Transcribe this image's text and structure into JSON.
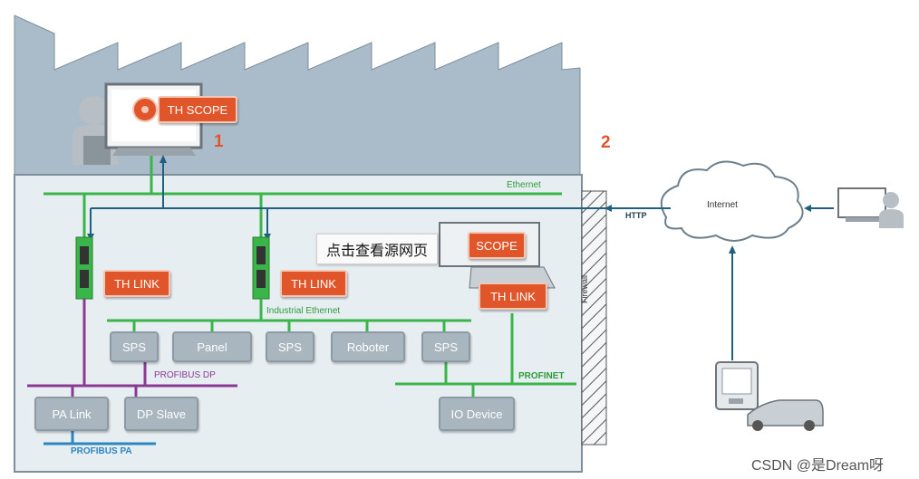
{
  "diagram": {
    "numbers": {
      "one": "1",
      "two": "2"
    },
    "buttons": {
      "scope_1": "TH SCOPE",
      "scope_2": "SCOPE",
      "link_1": "TH LINK",
      "link_2": "TH LINK",
      "link_3": "TH LINK"
    },
    "networks": {
      "ethernet": "Ethernet",
      "industrial_ethernet": "Industrial Ethernet",
      "profibus_dp": "PROFIBUS DP",
      "profibus_pa": "PROFIBUS PA",
      "profinet": "PROFINET",
      "http": "HTTP",
      "internet": "Internet",
      "firewall": "Firewall"
    },
    "devices": {
      "sps_1": "SPS",
      "panel": "Panel",
      "sps_2": "SPS",
      "roboter": "Roboter",
      "sps_3": "SPS",
      "pa_link": "PA Link",
      "dp_slave": "DP Slave",
      "io_device": "IO Device"
    },
    "colors": {
      "building": "#aabcc9",
      "floor": "#e7eef2",
      "ethernet_green": "#3ab54a",
      "profibus_purple": "#8b3a94",
      "profibus_pa_blue": "#2e86c1",
      "http_line": "#1f5f80",
      "accent_orange": "#e0562a"
    }
  },
  "overlay": {
    "tooltip": "点击查看源网页",
    "watermark": "CSDN @是Dream呀"
  }
}
